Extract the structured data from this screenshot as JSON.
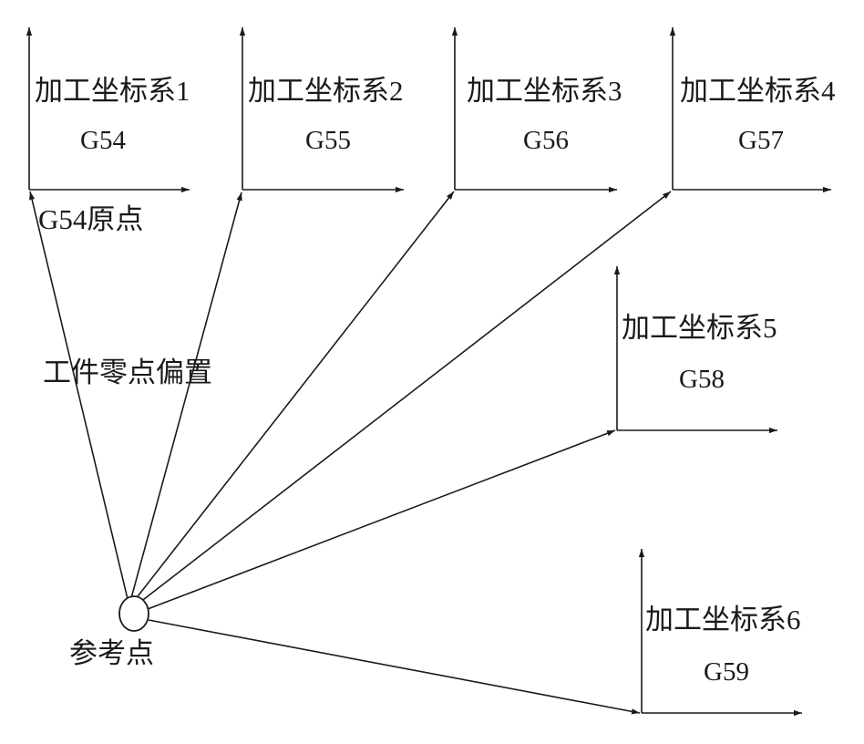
{
  "diagram": {
    "reference_point": {
      "label": "参考点"
    },
    "offset_label": "工件零点偏置",
    "origin_label": "G54原点",
    "coordinate_systems": [
      {
        "id": "cs1",
        "name": "加工坐标系1",
        "code": "G54"
      },
      {
        "id": "cs2",
        "name": "加工坐标系2",
        "code": "G55"
      },
      {
        "id": "cs3",
        "name": "加工坐标系3",
        "code": "G56"
      },
      {
        "id": "cs4",
        "name": "加工坐标系4",
        "code": "G57"
      },
      {
        "id": "cs5",
        "name": "加工坐标系5",
        "code": "G58"
      },
      {
        "id": "cs6",
        "name": "加工坐标系6",
        "code": "G59"
      }
    ],
    "colors": {
      "stroke": "#1a1a1a",
      "background": "#ffffff"
    }
  }
}
